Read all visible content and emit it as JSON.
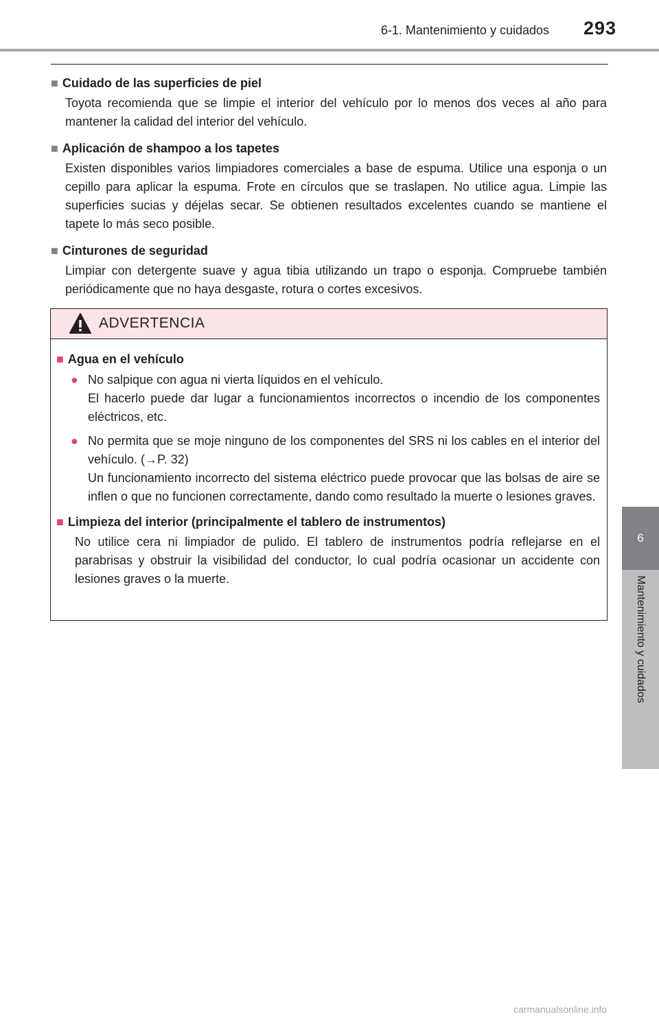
{
  "header": {
    "section_title": "6-1. Mantenimiento y cuidados",
    "page_number": "293"
  },
  "side_tab": {
    "number": "6",
    "label": "Mantenimiento y cuidados"
  },
  "sections": [
    {
      "heading": "Cuidado de las superficies de piel",
      "body": "Toyota recomienda que se limpie el interior del vehículo por lo menos dos veces al año para mantener la calidad del interior del vehículo."
    },
    {
      "heading": "Aplicación de shampoo a los tapetes",
      "body": "Existen disponibles varios limpiadores comerciales a base de espuma. Utilice una esponja o un cepillo para aplicar la espuma. Frote en círculos que se traslapen. No utilice agua. Limpie las superficies sucias y déjelas secar. Se obtienen resultados excelentes cuando se mantiene el tapete lo más seco posible."
    },
    {
      "heading": "Cinturones de seguridad",
      "body": "Limpiar con detergente suave y agua tibia utilizando un trapo o esponja. Compruebe también periódicamente que no haya desgaste, rotura o cortes excesivos."
    }
  ],
  "warning": {
    "title": "ADVERTENCIA",
    "sections": [
      {
        "heading": "Agua en el vehículo",
        "bullets": [
          {
            "line1": "No salpique con agua ni vierta líquidos en el vehículo.",
            "line2": "El hacerlo puede dar lugar a funcionamientos incorrectos o incendio de los componentes eléctricos, etc."
          },
          {
            "line1": "No permita que se moje ninguno de los componentes del SRS ni los cables en el interior del vehículo. (→P. 32)",
            "line2": "Un funcionamiento incorrecto del sistema eléctrico puede provocar que las bolsas de aire se inflen o que no funcionen correctamente, dando como resultado la muerte o lesiones graves."
          }
        ]
      },
      {
        "heading": "Limpieza del interior (principalmente el tablero de instrumentos)",
        "body": "No utilice cera ni limpiador de pulido. El tablero de instrumentos podría reflejarse en el parabrisas y obstruir la visibilidad del conductor, lo cual podría ocasionar un accidente con lesiones graves o la muerte."
      }
    ]
  },
  "watermark": "carmanualsonline.info",
  "colors": {
    "accent_pink": "#e0457b",
    "warning_header_bg": "#fbe4e6",
    "tab_dark": "#808285",
    "tab_light": "#bcbec0"
  },
  "icons": {
    "square_bullet": "black-square-icon",
    "round_bullet": "pink-dot-icon",
    "warning": "warning-triangle-icon"
  }
}
